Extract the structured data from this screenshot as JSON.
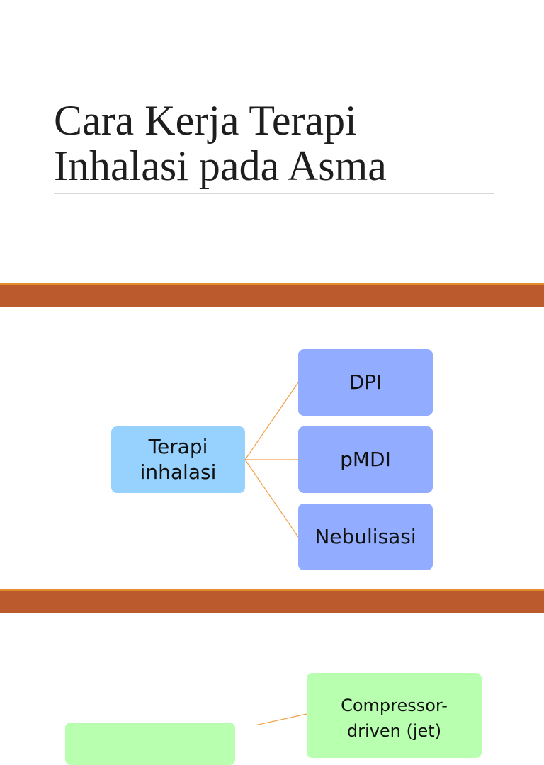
{
  "slide": {
    "title_line1": "Cara Kerja Terapi",
    "title_line2": "Inhalasi pada Asma"
  },
  "diagram": {
    "root": "Terapi\ninhalasi",
    "children": [
      "DPI",
      "pMDI",
      "Nebulisasi"
    ]
  },
  "diagram2": {
    "child_partial": "Compressor-\ndriven (jet)"
  },
  "colors": {
    "root_fill": "#97d2ff",
    "child_fill": "#92acff",
    "green_fill": "#b8ffb0",
    "band_fill": "#bb5a2c",
    "band_edge": "#e48b2c",
    "connector": "#f0a046"
  }
}
